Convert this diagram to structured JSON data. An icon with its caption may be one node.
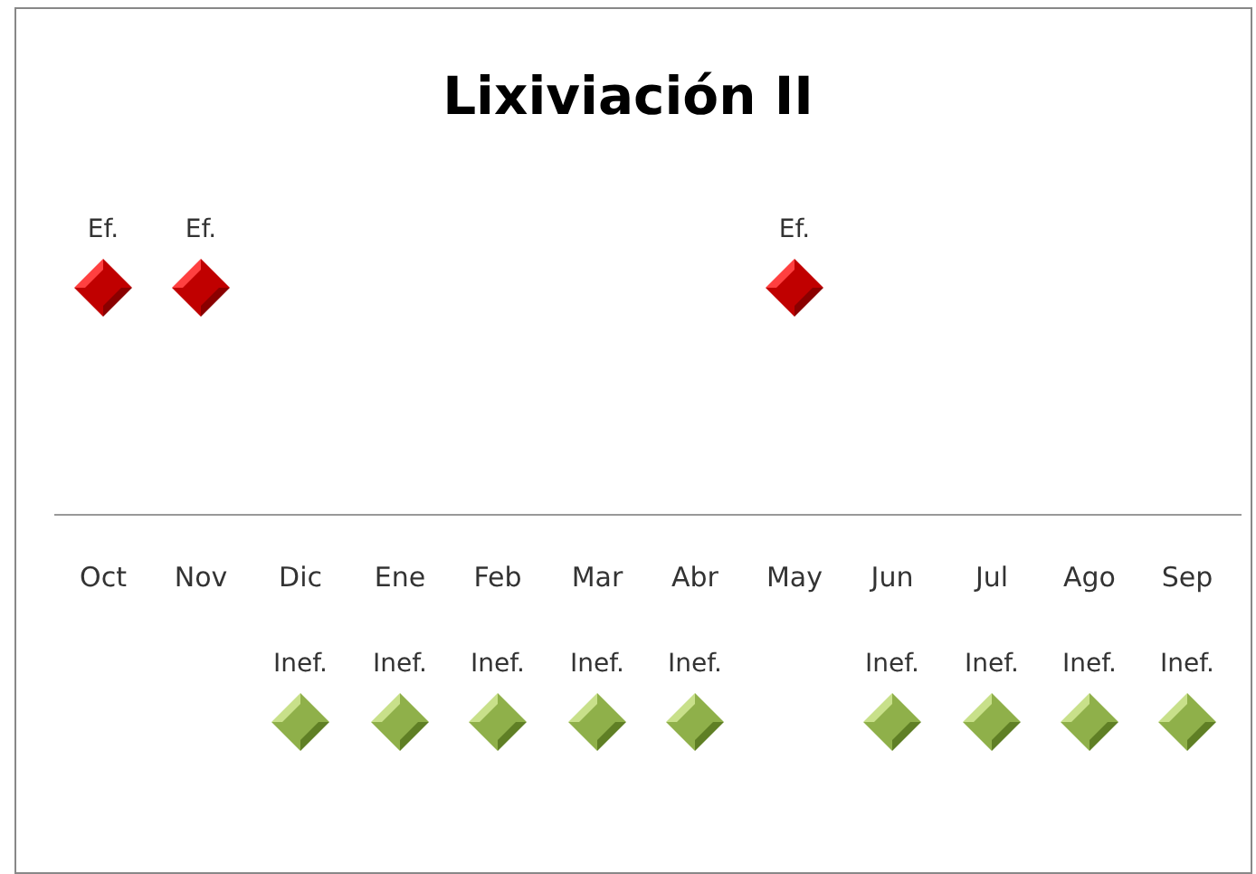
{
  "diagram": {
    "title": "Lixiviación II",
    "nodes": [
      {
        "text": [
          "Ef."
        ]
      },
      {
        "text": [
          "Ef."
        ]
      },
      {
        "text": [
          "Ef."
        ]
      },
      {
        "text": [
          "Inef."
        ]
      },
      {
        "text": [
          "Inef."
        ]
      },
      {
        "text": [
          "Inef."
        ]
      },
      {
        "text": [
          "Inef."
        ]
      },
      {
        "text": [
          "Inef."
        ]
      },
      {
        "text": [
          "Inef."
        ]
      },
      {
        "text": [
          "Inef."
        ]
      },
      {
        "text": [
          "Inef."
        ]
      },
      {
        "text": [
          "Inef."
        ]
      }
    ],
    "edges": [],
    "labels": [
      "Oct",
      "Nov",
      "Dic",
      "Ene",
      "Feb",
      "Mar",
      "Abr",
      "May",
      "Jun",
      "Jul",
      "Ago",
      "Sep"
    ]
  }
}
